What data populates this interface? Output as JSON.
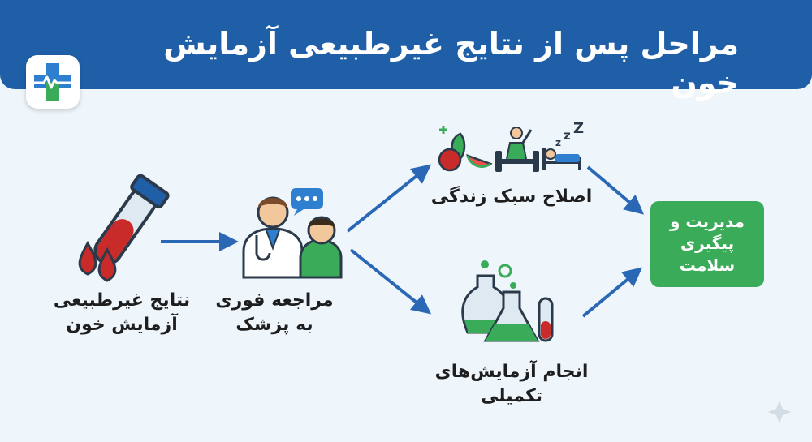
{
  "header": {
    "title": "مراحل پس از نتایج غیرطبیعی آزمایش خون",
    "logo_icon": "medical-cross-heartbeat-icon"
  },
  "steps": {
    "abnormal_results": {
      "line1": "نتایج غیرطبیعی",
      "line2": "آزمایش خون",
      "icon": "blood-tube-icon"
    },
    "see_doctor": {
      "line1": "مراجعه فوری",
      "line2": "به پزشک",
      "icon": "doctor-patient-icon"
    },
    "lifestyle": {
      "line1": "اصلاح سبک زندگی",
      "icons": [
        "healthy-food-icon",
        "exercise-icon",
        "sleep-icon"
      ]
    },
    "further_tests": {
      "line1": "انجام آزمایش‌های",
      "line2": "تکمیلی",
      "icon": "lab-flasks-icon"
    },
    "outcome": {
      "line1": "مدیریت و",
      "line2": "پیگیری",
      "line3": "سلامت"
    }
  },
  "colors": {
    "header": "#1f5fa8",
    "background": "#eef5fb",
    "arrow": "#2a68b5",
    "outcome_box": "#3aac59",
    "blood": "#c92a2a"
  }
}
